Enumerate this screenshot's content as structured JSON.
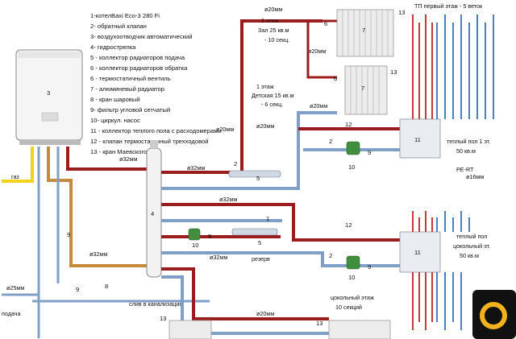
{
  "legend": [
    "1-котелBaxi Eco-3 280 Fi",
    "2- обратный клапан",
    "3- воздухоотводчик автоматический",
    "4- гидрострелка",
    "5 - коллектор радиаторов подача",
    "6 - коллектор радиаторов обратка",
    "6 - термостатичный вентиль",
    "7 - алюминевый радиатор",
    "8 - кран шаровый",
    "9- фильтр угловой сетчатый",
    "10- циркул. насос",
    "11 - коллектор теплого пола с расходомерами",
    "12 - клапан термостатичный трехходовой",
    "13 - кран Маевского"
  ],
  "labels": {
    "floor1_title": "ТП первый этаж - 5 веток",
    "room1": [
      "1 этаж",
      "Зал 25 кв.м",
      "- 10 секц."
    ],
    "room2": [
      "1 этаж",
      "Детская 15 кв.м",
      "- 6 секц."
    ],
    "tp1": [
      "теплый пол 1 эт.",
      "50 кв.м"
    ],
    "pert": "PE-RT",
    "d16": "ø16мм",
    "tp0": [
      "теплый пол",
      "цокольный эт.",
      "50 кв.м"
    ],
    "basement": [
      "цокольный этаж",
      "10 секций"
    ],
    "gas": "газ",
    "supply": "подача",
    "drain": "слив в канализацию",
    "reserve": "резерв",
    "d20": "ø20мм",
    "d32": "ø32мм",
    "d25": "ø25мм"
  },
  "numbers": {
    "boiler": "3",
    "hydro": "4",
    "n1": "1",
    "n2": "2",
    "n5": "5",
    "n6": "6",
    "n7": "7",
    "n8": "8",
    "n9": "9",
    "n10": "10",
    "n11": "11",
    "n12": "12",
    "n13": "13"
  },
  "colors": {
    "supply_pipe": "#9b1c1c",
    "return_pipe": "#7f9fc7",
    "floor_red": "#c83a3a",
    "floor_blue": "#4a7fc0",
    "gas_pipe": "#f2d21b",
    "aux_pipe": "#c58a3c",
    "pump_green": "#3f8f3f",
    "valve_blue": "#3a5fd0"
  }
}
